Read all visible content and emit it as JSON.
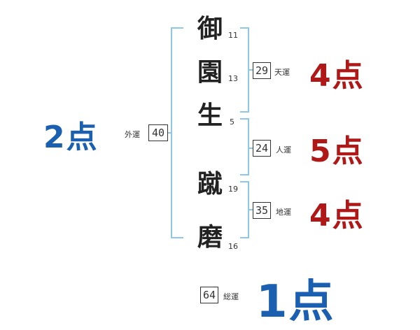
{
  "name_chars": [
    {
      "char": "御",
      "strokes": "11"
    },
    {
      "char": "園",
      "strokes": "13"
    },
    {
      "char": "生",
      "strokes": "5"
    },
    {
      "char": "蹴",
      "strokes": "19"
    },
    {
      "char": "磨",
      "strokes": "16"
    }
  ],
  "fortunes": {
    "gaiun": {
      "label": "外運",
      "value": "40",
      "score": "2点"
    },
    "tenun": {
      "label": "天運",
      "value": "29",
      "score": "4点"
    },
    "jinun": {
      "label": "人運",
      "value": "24",
      "score": "5点"
    },
    "chiun": {
      "label": "地運",
      "value": "35",
      "score": "4点"
    },
    "souun": {
      "label": "総運",
      "value": "64",
      "score": "1点"
    }
  },
  "colors": {
    "bracket": "#8fc7e8",
    "red_score": "#b01818",
    "blue_score": "#1a5fb0"
  }
}
